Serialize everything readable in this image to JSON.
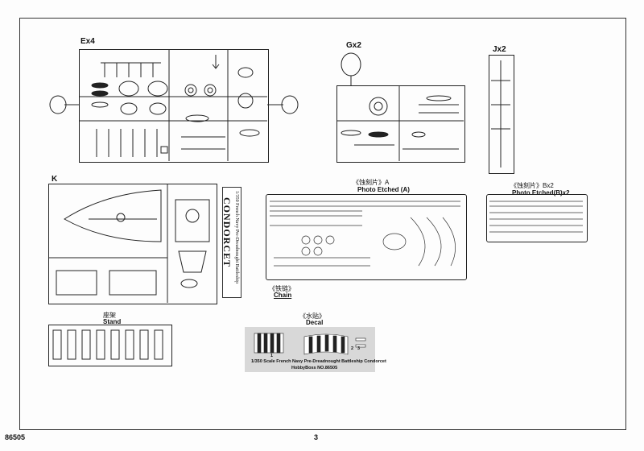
{
  "sprues": {
    "e": {
      "label": "Ex4"
    },
    "g": {
      "label": "Gx2"
    },
    "j": {
      "label": "Jx2"
    },
    "k": {
      "label": "K"
    }
  },
  "nameplate": {
    "line1": "1/350 French Navy Pre-Dreadnought Battleship",
    "line2": "CONDORCET"
  },
  "photo_etched_a": {
    "label_cn": "《蚀刻片》A",
    "label_en": "Photo Etched (A)"
  },
  "photo_etched_b": {
    "label_cn": "《蚀刻片》Bx2",
    "label_en": "Photo Etched(B)x2"
  },
  "chain": {
    "label_cn": "《铁链》",
    "label_en": "Chain"
  },
  "stand": {
    "label_cn": "座架",
    "label_en": "Stand"
  },
  "decal": {
    "label_cn": "《水贴》",
    "label_en": "Decal",
    "numbers": [
      "1",
      "2",
      "3"
    ],
    "line1": "1/350 Scale   French Navy Pre-Dreadnought Battleship Condorcet",
    "line2": "HobbyBoss   NO.86505"
  },
  "footer": {
    "code": "86505",
    "page": "3"
  }
}
